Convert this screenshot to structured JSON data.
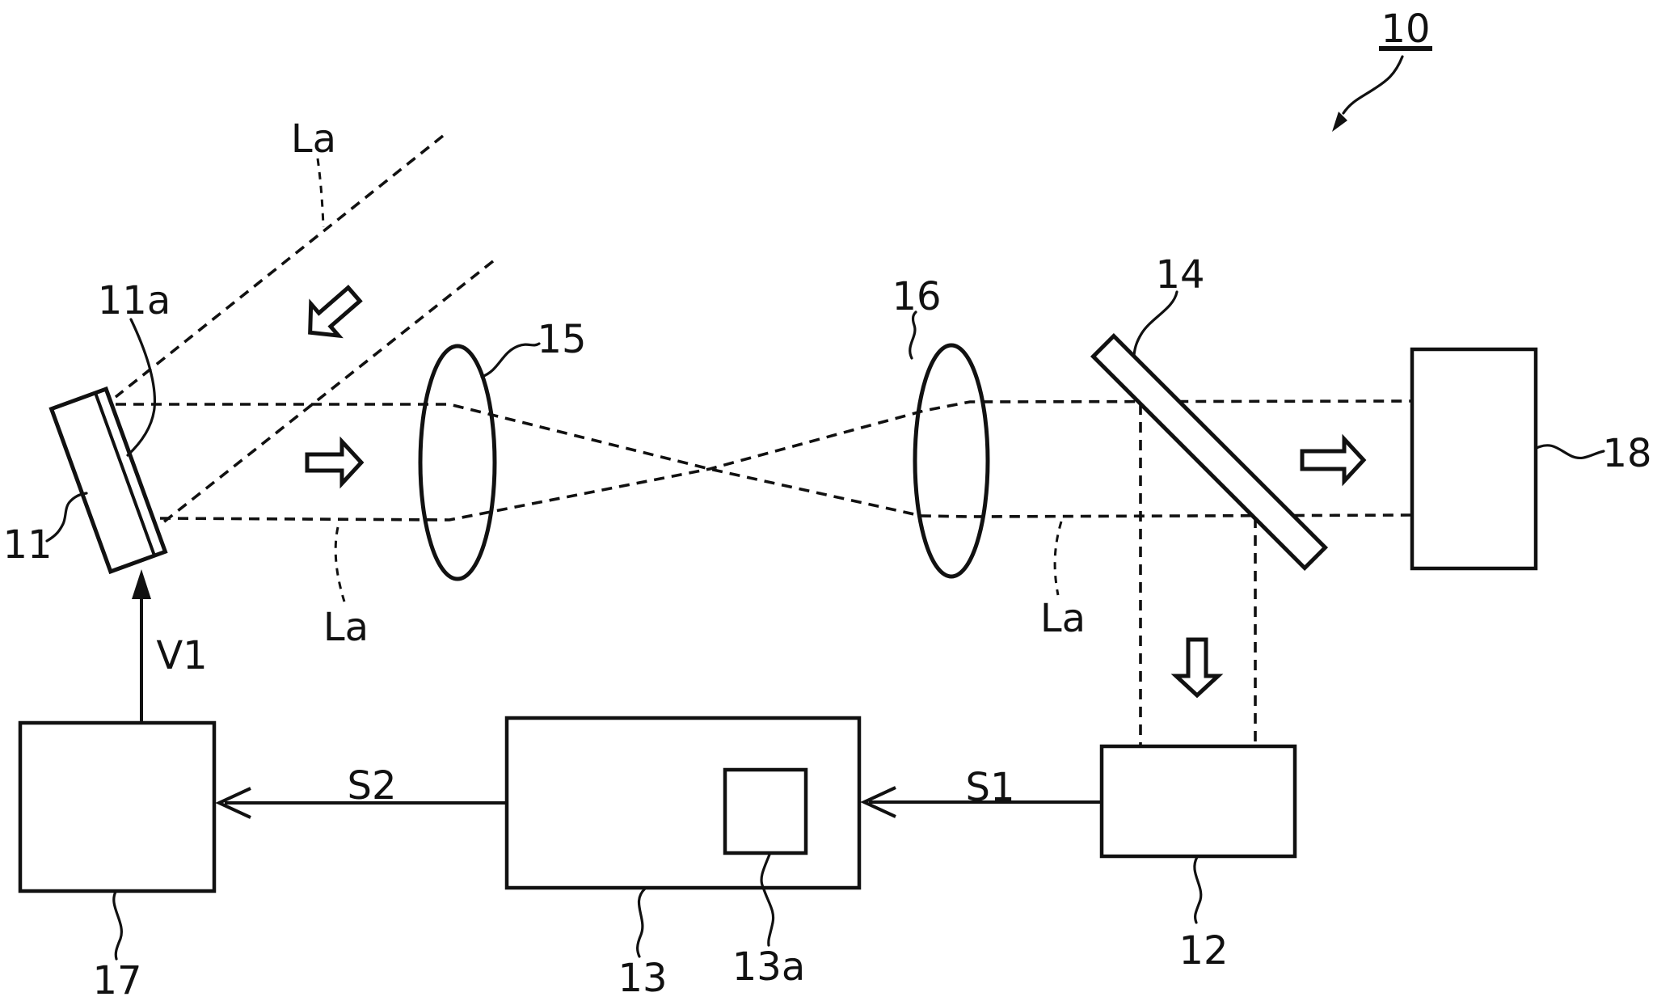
{
  "colors": {
    "ink": "#111111",
    "background": "#ffffff"
  },
  "labels": {
    "fig_number": "10",
    "la_top": "La",
    "la_mid": "La",
    "la_right": "La",
    "n11": "11",
    "n11a": "11a",
    "n12": "12",
    "n13": "13",
    "n13a": "13a",
    "n14": "14",
    "n15": "15",
    "n16": "16",
    "n17": "17",
    "n18": "18",
    "v1": "V1",
    "s1": "S1",
    "s2": "S2"
  }
}
